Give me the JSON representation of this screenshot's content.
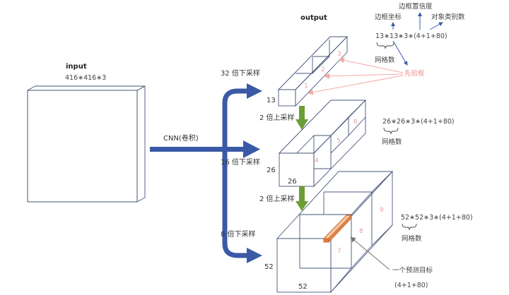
{
  "input": {
    "title": "input",
    "size": "416∗416∗3"
  },
  "cnn_label": "CNN(卷积)",
  "output_title": "output",
  "scales": [
    {
      "down_label": "32 倍下采样",
      "grid": "13"
    },
    {
      "down_label": "16 倍下采样",
      "grid": "26"
    },
    {
      "down_label": "8 倍下采样",
      "grid": "52"
    }
  ],
  "upsample_labels": [
    "2 倍上采样",
    "2 倍上采样"
  ],
  "cube_numbers": {
    "small": [
      "3",
      "2",
      "1"
    ],
    "medium": [
      "6",
      "5",
      "4"
    ],
    "large": [
      "9",
      "8",
      "7"
    ]
  },
  "annotations": {
    "box_coords": "边框坐标",
    "box_confidence": "边框置信度",
    "class_count": "对象类别数",
    "formula_13": "13∗13∗3∗(4+1+80)",
    "formula_26": "26∗26∗3∗(4+1+80)",
    "formula_52": "52∗52∗3∗(4+1+80)",
    "grid_count": "网格数",
    "prior_box": "先验框",
    "one_target": "一个预测目标",
    "target_dims": "(4+1+80)"
  },
  "colors": {
    "arrow_blue": "#3a5aa6",
    "upsample_green": "#6b9e35",
    "edge": "#46557a",
    "prior_pink": "#f09090",
    "target_orange": "#e8894a"
  }
}
